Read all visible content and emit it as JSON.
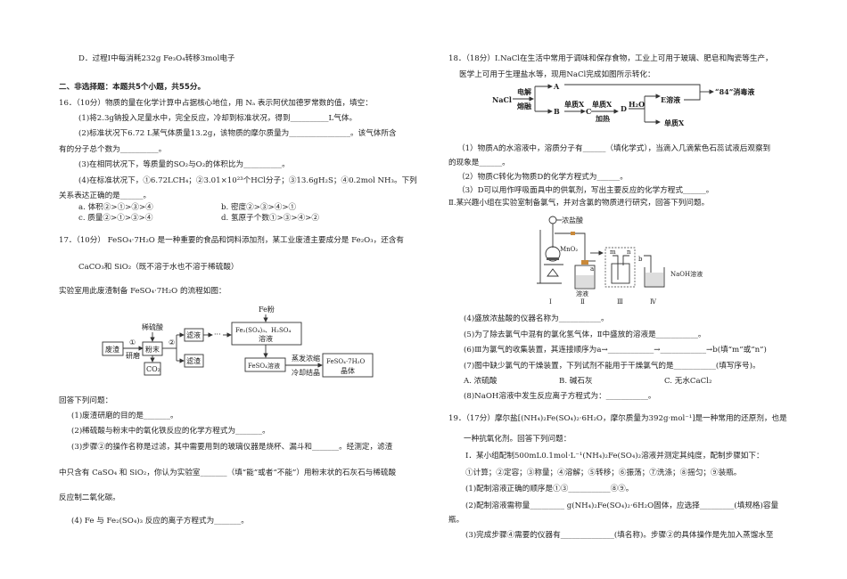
{
  "left_lines": [
    "D．过程Ⅰ中每消耗232g Fe₃O₄转移3mol电子",
    "二、非选择题：本题共5个小题，共55分。",
    "16．（10分）物质的量在化学计算中占据核心地位，用 Nₐ 表示阿伏加德罗常数的值，填空：",
    "(1)将2.3g钠投入足量水中，完全反应，冷却到标准状况，得到__________L气体。",
    "(2)标准状况下6.72 L某气体质量13.2g，该物质的摩尔质量为________________。该气体所含",
    "有的分子总个数为__________。",
    "(3)在相同状况下，等质量的SO₂与O₂的体积比为__________。",
    "(4)在标准状况下，①6.72LCH₄；②3.01×10²³个HCl分子；③13.6gH₂S；④0.2mol NH₃。下列",
    "关系表达正确的是______。",
    "a. 体积②>①>③>④",
    "b. 密度②>③>④>①",
    "c. 质量②>①>③>④",
    "d. 氢原子个数①>③>④>②",
    "17．（10分） FeSO₄·7H₂O 是一种重要的食品和饲料添加剂，某工业废渣主要成分是 Fe₂O₃，还含有",
    "CaCO₃和 SiO₂（既不溶于水也不溶于稀硫酸）",
    "实验室用此废渣制备 FeSO₄·7H₂O 的流程如图：",
    "回答下列问题：",
    "(1)废渣研磨的目的是_______。",
    "(2)稀硫酸与粉末中的氧化铁反应的化学方程式为_______。",
    "(3)步骤②的操作名称是过滤，其中需要用到的玻璃仪器是烧杯、漏斗和_______。经测定，滤渣",
    "中只含有 CaSO₄ 和 SiO₂，你认为实验室_______（填“能”或者“不能”）用粉末状的石灰石与稀硫酸",
    "反应制二氧化碳。",
    "(4) Fe 与 Fe₂(SO₄)₃ 反应的离子方程式为_______。"
  ],
  "flow17": {
    "feizha": "废渣",
    "step1": "①",
    "yanmo": "研磨",
    "xiliusuan": "稀硫酸",
    "fenmo": "粉末",
    "step2": "②",
    "lvye": "滤液",
    "lvzha": "滤渣",
    "co2": "CO₂",
    "dots": "···",
    "fefen": "Fe粉",
    "sol1_a": "Fe₂(SO₄)₃、H₂SO₄",
    "sol1_b": "溶液",
    "feso4": "FeSO₄溶液",
    "zhengfa": "蒸发浓缩",
    "lengque": "冷却结晶",
    "product_a": "FeSO₄·7H₂O",
    "product_b": "晶体"
  },
  "right_lines": [
    "18．（18分）Ⅰ.NaCl在生活中常用于调味和保存食物，工业上可用于玻璃、肥皂和陶瓷等生产，",
    "医学上可用于生理盐水等，现用NaCl完成如图所示转化：",
    "（1）物质A的水溶液中，溶质分子有______（填化学式），当滴入几滴紫色石蕊试液后观察到",
    "的现象是______。",
    "（2）物质C转化为物质D的化学方程式为______。",
    "（3）D可以用作呼吸面具中的供氧剂，写出主要反应的化学方程式______。",
    "Ⅱ.某兴趣小组在实验室制备氯气，并对含氯的物质进行研究，回答下列问题。",
    "(4)盛放浓盐酸的仪器名称为___________。",
    "(5)为了除去氯气中混有的氯化氢气体，Ⅱ中盛放的溶液是___________。",
    "(6)Ⅲ为氯气的收集装置，其连接顺序为a→____________→____________→b(填“m”或“n”)",
    "(7)图中缺少氯气的干燥装置，下列试剂不能用于干燥氯气的是___________(填写序号)。",
    "A. 浓硫酸",
    "B. 碱石灰",
    "C. 无水CaCl₂",
    "(8)NaOH溶液中发生反应离子方程式为：___________。",
    "19．（17分）摩尔盐[(NH₄)₂Fe(SO₄)₂·6H₂O，摩尔质量为392g·mol⁻¹]是一种常用的还原剂，也是",
    "一种抗氧化剂。回答下列问题：",
    "Ⅰ．某小组配制500mL0.1mol·L⁻¹(NH₄)₂Fe(SO₄)₂溶液并测定其纯度，配制步骤如下：",
    "①计算；②定容；③称量；④溶解；⑤转移；⑥振荡；⑦洗涤；⑧摇匀；⑨装瓶。",
    "(1)配制溶液正确的顺序是①③___________⑧⑨。",
    "(2)配制溶液需称量_________ g(NH₄)₂Fe(SO₄)₂·6H₂O固体，应选择_________(填规格)容量",
    "瓶。",
    "(3)完成步骤④需要的仪器有______________(填名称)。步骤②的具体操作是先加入蒸馏水至"
  ],
  "diagram18": {
    "nacl": "NaCl",
    "dianjie": "电解",
    "rongrong": "熔融",
    "a": "A",
    "b": "B",
    "x1": "单质X",
    "c": "C",
    "x2": "单质X",
    "jiare": "加热",
    "d": "D",
    "h2o": "H₂O",
    "e": "E溶液",
    "x3": "单质X",
    "disinfectant": "“84”消毒液"
  },
  "apparatus": {
    "hcl": "浓盐酸",
    "mno2": "MnO₂",
    "a": "a",
    "m": "m",
    "n": "n",
    "b": "b",
    "naoh": "NaOH溶液",
    "solution": "溶液",
    "l1": "Ⅰ",
    "l2": "Ⅱ",
    "l3": "Ⅲ",
    "l4": "Ⅳ"
  }
}
